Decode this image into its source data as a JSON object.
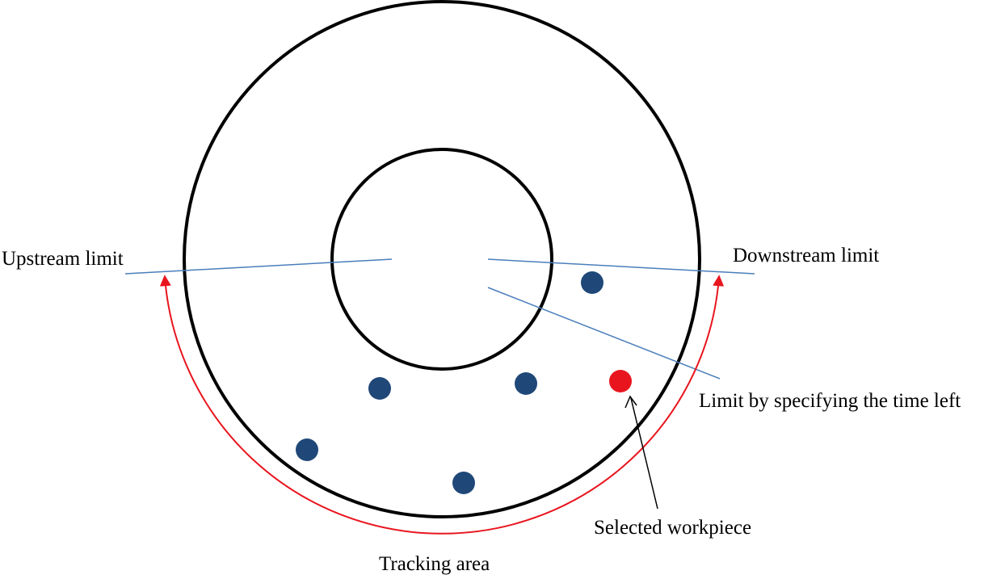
{
  "labels": {
    "upstream": "Upstream limit",
    "downstream": "Downstream limit",
    "time_left": "Limit by specifying the time left",
    "selected": "Selected workpiece",
    "tracking": "Tracking area"
  },
  "colors": {
    "workpiece": "#1F4878",
    "selected_workpiece": "#E8151E",
    "limit_line": "#4A7EBB",
    "tracking_arc": "#E8151E",
    "ring": "#000000"
  },
  "workpieces": [
    {
      "id": "wp-1",
      "selected": false
    },
    {
      "id": "wp-2",
      "selected": false
    },
    {
      "id": "wp-3",
      "selected": true
    },
    {
      "id": "wp-4",
      "selected": false
    },
    {
      "id": "wp-5",
      "selected": false
    },
    {
      "id": "wp-6",
      "selected": false
    }
  ]
}
